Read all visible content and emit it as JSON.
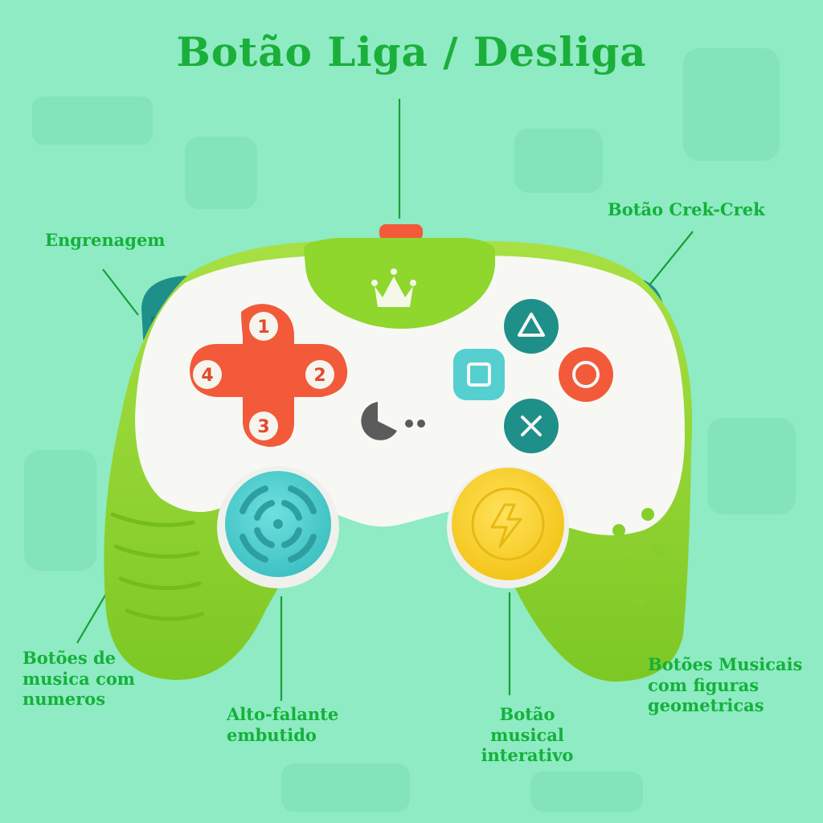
{
  "title": "Botão Liga / Desliga",
  "labels": {
    "engrenagem": "Engrenagem",
    "crek": "Botão Crek-Crek",
    "musica_numeros": [
      "Botões de",
      "musica com",
      "numeros"
    ],
    "alto_falante": [
      "Alto-falante",
      "embutido"
    ],
    "botao_musical": [
      "Botão",
      "musical",
      "interativo"
    ],
    "botoes_musicais": [
      "Botões Musicais",
      "com figuras",
      "geometricas"
    ]
  },
  "dpad_numbers": [
    "1",
    "2",
    "3",
    "4"
  ],
  "colors": {
    "background": "#8eebc3",
    "label_green": "#14b13a",
    "body_green": "#8fd62d",
    "body_white": "#f7f8f4",
    "dpad_red": "#f25a3a",
    "teal_dark": "#1f8f8a",
    "teal_light": "#55cfd0",
    "yellow": "#f9d42c"
  },
  "icons": [
    "crown-icon",
    "pacman-icon",
    "triangle-icon",
    "square-icon",
    "circle-icon",
    "cross-icon",
    "lightning-icon",
    "speaker-grill-icon"
  ]
}
